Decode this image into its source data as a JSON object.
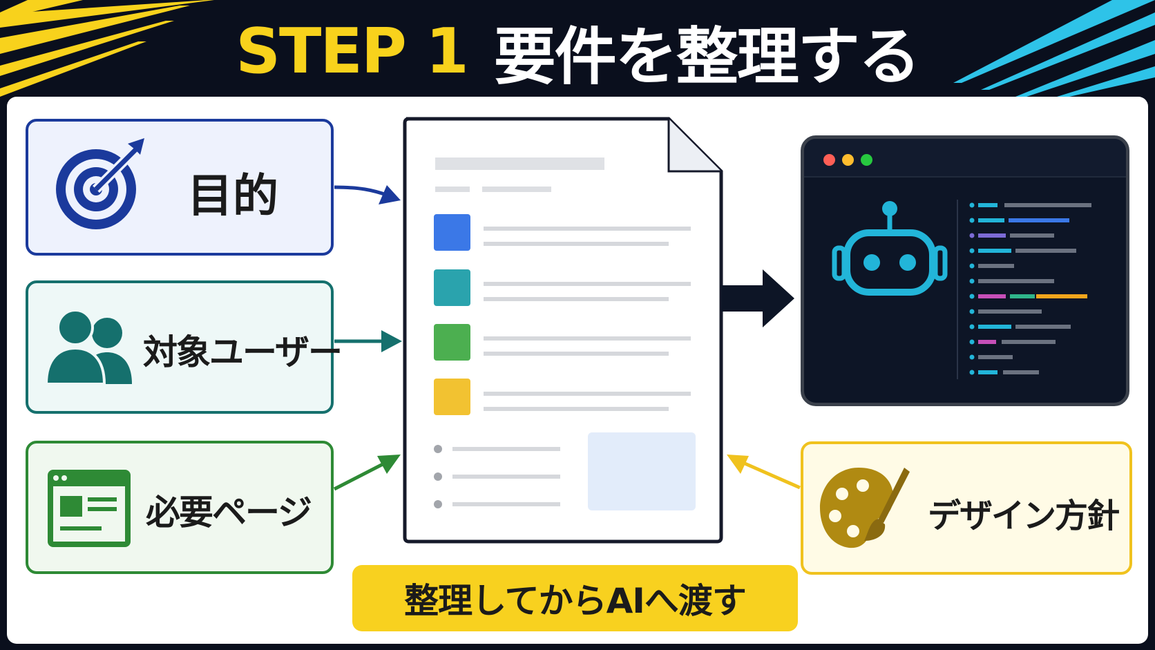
{
  "title": {
    "step": "STEP 1",
    "main": "要件を整理する"
  },
  "inputs": [
    {
      "id": "purpose",
      "label": "目的",
      "icon": "target-icon",
      "color": "#1b3a9c"
    },
    {
      "id": "target",
      "label": "対象ユーザー",
      "icon": "users-icon",
      "color": "#15706d"
    },
    {
      "id": "pages",
      "label": "必要ページ",
      "icon": "webpage-icon",
      "color": "#2e8a35"
    },
    {
      "id": "design",
      "label": "デザイン方針",
      "icon": "palette-icon",
      "color": "#f0c21e"
    }
  ],
  "document": {
    "icon": "document-icon",
    "section_colors": [
      "#3b78e7",
      "#2aa3ad",
      "#4caf50",
      "#f2c231"
    ]
  },
  "ai_window": {
    "icon": "robot-icon",
    "accent": "#22b5d9",
    "traffic_lights": [
      "#ff5f56",
      "#ffbd2e",
      "#27c93f"
    ]
  },
  "callout": {
    "text": "整理してからAIへ渡す",
    "color": "#f8d11f"
  }
}
